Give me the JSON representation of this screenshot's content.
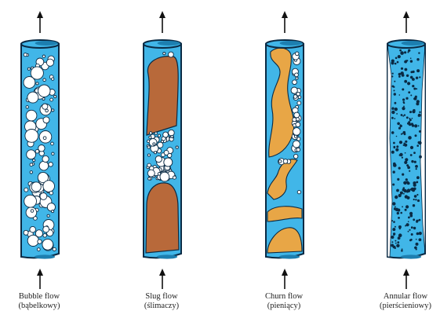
{
  "colors": {
    "water": "#41b6e8",
    "pipe_edge": "#0a2a44",
    "slug": "#b8693a",
    "churn": "#e8a646",
    "bubble": "#ffffff",
    "droplet": "#0a2a44",
    "arrow": "#111111"
  },
  "panels": [
    {
      "name": "Bubble flow",
      "name_pl": "(bąbelkowy)"
    },
    {
      "name": "Slug flow",
      "name_pl": "(ślimaczy)"
    },
    {
      "name": "Churn flow",
      "name_pl": "(pieniący)"
    },
    {
      "name": "Annular flow",
      "name_pl": "(pierścieniowy)"
    }
  ]
}
